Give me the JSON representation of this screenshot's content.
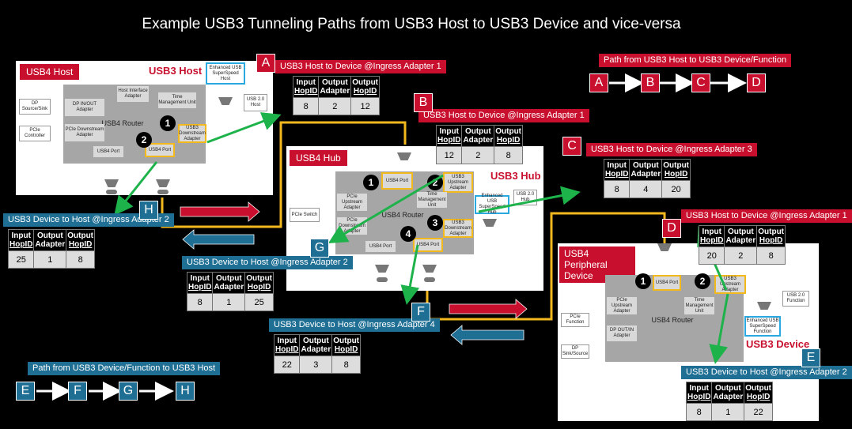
{
  "title": "Example USB3 Tunneling Paths from USB3 Host to USB3 Device and vice-versa",
  "host": {
    "label": "USB4 Host",
    "usb3": "USB3 Host",
    "router": "USB4 Router",
    "blocks": {
      "enh": "Enhanced USB SuperSpeed Host",
      "hia": "Host Interface Adapter",
      "tmu": "Time Management Unit",
      "usb20": "USB 2.0 Host",
      "dpio": "DP IN/OUT Adapter",
      "dpsrc": "DP Source/Sink",
      "pcied": "PCIe Downstream Adapter",
      "pciec": "PCIe Controller",
      "usb3d": "USB3 Downstream Adapter",
      "port1": "USB4 Port",
      "port2": "USB4 Port"
    }
  },
  "hub": {
    "label": "USB4 Hub",
    "usb3": "USB3 Hub",
    "router": "USB4 Router",
    "blocks": {
      "port1": "USB4 Port",
      "usb3u": "USB3 Upstream Adapter",
      "tmu": "Time Management Unit",
      "enh": "Enhanced USB SuperSpeed Hub",
      "usb20": "USB 2.0 Hub",
      "pcieu": "PCIe Upstream Adapter",
      "pcies": "PCIe Switch",
      "pcied": "PCIe Downstream Adapter",
      "usb3d": "USB3 Downstream Adapter",
      "port2": "USB4 Port",
      "port3": "USB4 Port"
    }
  },
  "device": {
    "label": "USB4 Peripheral Device",
    "usb3": "USB3 Device",
    "router": "USB4 Router",
    "blocks": {
      "port": "USB4 Port",
      "usb3u": "USB3 Upstream Adapter",
      "usb20": "USB 2.0 Function",
      "pcieu": "PCIe Upstream Adapter",
      "tmu": "Time Management Unit",
      "pcief": "PCIe Function",
      "enh": "Enhanced USB SuperSpeed Function",
      "dpo": "DP OUT/IN Adapter",
      "dps": "DP Sink/Source"
    }
  },
  "circles": [
    "1",
    "2",
    "2",
    "3",
    "4",
    "1",
    "2"
  ],
  "paths": {
    "down": {
      "title": "Path from USB3 Host to USB3 Device/Function",
      "steps": [
        "A",
        "B",
        "C",
        "D"
      ]
    },
    "up": {
      "title": "Path from USB3 Device/Function to USB3 Host",
      "steps": [
        "E",
        "F",
        "G",
        "H"
      ]
    }
  },
  "headers": {
    "input": "Input",
    "output": "Output",
    "hopid": "HopID",
    "adapter": "Adapter"
  },
  "tables": {
    "A": {
      "letter": "A",
      "title": "USB3 Host to Device @Ingress Adapter 1",
      "values": [
        "8",
        "2",
        "12"
      ]
    },
    "B": {
      "letter": "B",
      "title": "USB3 Host to Device @Ingress Adapter 1",
      "values": [
        "12",
        "2",
        "8"
      ]
    },
    "C": {
      "letter": "C",
      "title": "USB3 Host to Device @Ingress Adapter 3",
      "values": [
        "8",
        "4",
        "20"
      ]
    },
    "D": {
      "letter": "D",
      "title": "USB3 Host to Device @Ingress Adapter 1",
      "values": [
        "20",
        "2",
        "8"
      ]
    },
    "E": {
      "letter": "E",
      "title": "USB3 Device to Host @Ingress Adapter 2",
      "values": [
        "8",
        "1",
        "22"
      ]
    },
    "F": {
      "letter": "F",
      "title": "USB3 Device to Host @Ingress Adapter 4",
      "values": [
        "22",
        "3",
        "8"
      ]
    },
    "G": {
      "letter": "G",
      "title": "USB3 Device to Host @Ingress Adapter 2",
      "values": [
        "8",
        "1",
        "25"
      ]
    },
    "H": {
      "letter": "H",
      "title": "USB3 Device to Host @Ingress Adapter 2",
      "values": [
        "25",
        "1",
        "8"
      ]
    }
  },
  "colors": {
    "red": "#c8102e",
    "blue": "#1f6f94",
    "yellow": "#f2b91f",
    "green": "#1db34a",
    "cyan": "#2aa9e0"
  }
}
